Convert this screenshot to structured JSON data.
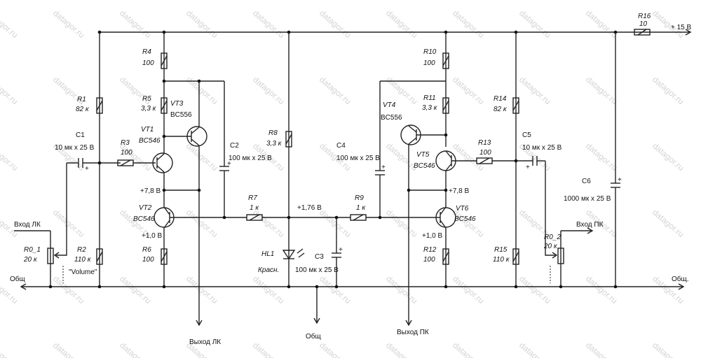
{
  "watermark": "datagor.ru",
  "labels": {
    "supply": "+ 15 В",
    "r16_name": "R16",
    "r16_val": "10",
    "r1_name": "R1",
    "r1_val": "82 к",
    "r2_name": "R2",
    "r2_val": "110 к",
    "r3_name": "R3",
    "r3_val": "100",
    "r4_name": "R4",
    "r4_val": "100",
    "r5_name": "R5",
    "r5_val": "3,3 к",
    "r6_name": "R6",
    "r6_val": "100",
    "r7_name": "R7",
    "r7_val": "1 к",
    "r8_name": "R8",
    "r8_val": "3,3 к",
    "r9_name": "R9",
    "r9_val": "1 к",
    "r10_name": "R10",
    "r10_val": "100",
    "r11_name": "R11",
    "r11_val": "3,3 к",
    "r12_name": "R12",
    "r12_val": "100",
    "r13_name": "R13",
    "r13_val": "100",
    "r14_name": "R14",
    "r14_val": "82 к",
    "r15_name": "R15",
    "r15_val": "110 к",
    "c1_name": "C1",
    "c1_val": "10 мк х 25 В",
    "c2_name": "C2",
    "c2_val": "100 мк х 25 В",
    "c3_name": "C3",
    "c3_val": "100 мк х 25 В",
    "c4_name": "C4",
    "c4_val": "100 мк х 25 В",
    "c5_name": "C5",
    "c5_val": "10 мк х 25 В",
    "c6_name": "C6",
    "c6_val": "1000 мк х 25 В",
    "vt1_name": "VT1",
    "vt1_type": "BC546",
    "vt2_name": "VT2",
    "vt2_type": "BC546",
    "vt3_name": "VT3",
    "vt3_type": "BC556",
    "vt4_name": "VT4",
    "vt4_type": "BC556",
    "vt5_name": "VT5",
    "vt5_type": "BC546",
    "vt6_name": "VT6",
    "vt6_type": "BC546",
    "v_left_78": "+7,8 В",
    "v_left_10": "+1,0 В",
    "v_right_78": "+7,8 В",
    "v_right_10": "+1,0 В",
    "v_mid": "+1,76 В",
    "hl1_name": "HL1",
    "hl1_color": "Красн.",
    "r0_1_name": "R0_1",
    "r0_1_val": "20 к",
    "r0_2_name": "R0_2",
    "r0_2_val": "20 к",
    "volume": "\"Volume\"",
    "in_left": "Вход ЛК",
    "in_right": "Вход ПК",
    "out_left": "Выход ЛК",
    "out_right": "Выход ПК",
    "gnd_left": "Общ",
    "gnd_right": "Общ.",
    "gnd_mid": "Общ"
  }
}
